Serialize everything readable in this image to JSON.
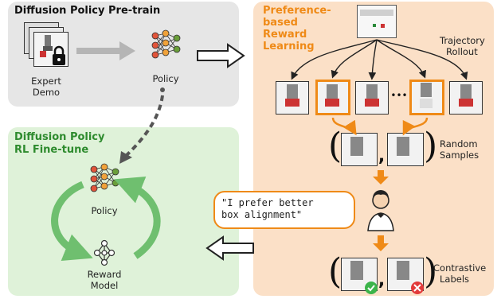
{
  "panels": {
    "pretrain": {
      "title": "Diffusion Policy Pre-train"
    },
    "finetune": {
      "title_line1": "Diffusion Policy",
      "title_line2": "RL Fine-tune"
    },
    "reward": {
      "title_line1": "Preference-",
      "title_line2": "based",
      "title_line3": "Reward",
      "title_line4": "Learning"
    }
  },
  "labels": {
    "expert_demo_line1": "Expert",
    "expert_demo_line2": "Demo",
    "policy_top": "Policy",
    "policy_bottom": "Policy",
    "reward_model_line1": "Reward",
    "reward_model_line2": "Model",
    "trajectory_line1": "Trajectory",
    "trajectory_line2": "Rollout",
    "random_line1": "Random",
    "random_line2": "Samples",
    "contrastive_line1": "Contrastive",
    "contrastive_line2": "Labels",
    "ellipsis": "•••",
    "comma": ","
  },
  "speech": {
    "line1": "\"I prefer better",
    "line2": "box alignment\""
  },
  "colors": {
    "pretrain_bg": "#e6e6e6",
    "finetune_bg": "#dff2d9",
    "reward_bg": "#fbe0c7",
    "orange_accent": "#ef8a17",
    "green_title": "#2e8b2e",
    "green_arrow": "#6fbf6f",
    "check_green": "#3cb44a",
    "cross_red": "#e23a3a"
  },
  "icons": [
    "lock-icon",
    "neural-network-icon",
    "reward-model-icon",
    "person-icon",
    "check-icon",
    "cross-icon"
  ]
}
